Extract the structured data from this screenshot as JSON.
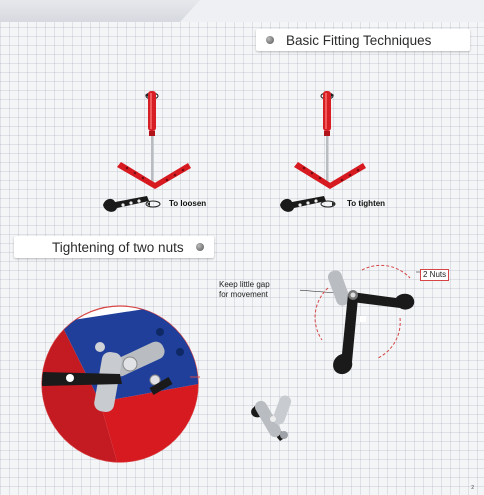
{
  "headers": {
    "basic_fitting": "Basic Fitting Techniques",
    "two_nuts": "Tightening of two nuts"
  },
  "captions": {
    "loosen": "To loosen",
    "tighten": "To tighten"
  },
  "notes": {
    "gap_line1": "Keep little gap",
    "gap_line2": "for movement",
    "two_nuts_label": "2 Nuts"
  },
  "page_number": "2",
  "colors": {
    "handle_red": "#d81e25",
    "strip_red": "#d71920",
    "plate_blue": "#1f3f9a",
    "spanner_black": "#1a1a1a",
    "zoom_circle_red": "#d64545"
  }
}
